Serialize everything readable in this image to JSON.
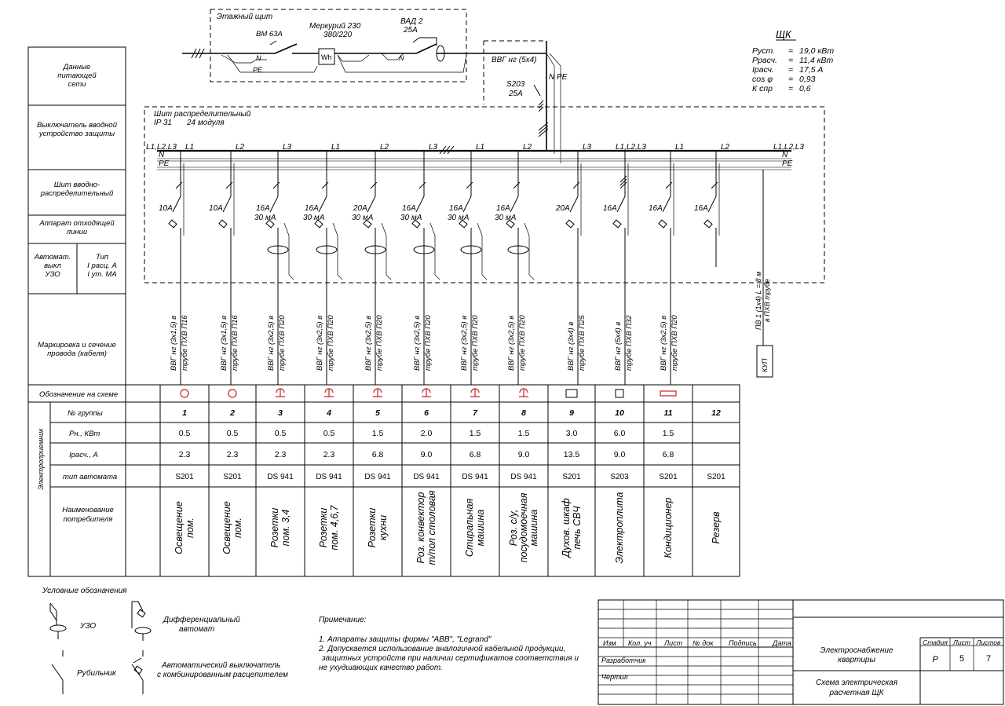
{
  "floor_panel": {
    "title": "Этажный щит",
    "breaker": "ВМ 63А",
    "meter_name": "Меркурий 230",
    "meter_voltage": "380/220",
    "meter_symbol": "Wh",
    "switch_name": "ВАД 2",
    "switch_current": "25А",
    "n_label": "N",
    "pe_label": "PE"
  },
  "feeder": {
    "cable": "ВВГ нг  (5х4)",
    "breaker": "S203",
    "breaker_current": "25А",
    "n_pe": "N  PE"
  },
  "board_summary": {
    "title": "ЩК",
    "rows": [
      {
        "name": "Руст.",
        "eq": "=",
        "value": "19,0 кВт"
      },
      {
        "name": "Ррасч.",
        "eq": "=",
        "value": "11,4  кВт"
      },
      {
        "name": "Iрасч.",
        "eq": "=",
        "value": "17,5  А"
      },
      {
        "name": "cos φ",
        "eq": "=",
        "value": "0,93"
      },
      {
        "name": "К спр",
        "eq": "=",
        "value": "0,6"
      }
    ]
  },
  "dist_board": {
    "title": "Шит распределительный",
    "ip": "IP  31",
    "modules": "24 модуля",
    "bus_left": "L1,L2,L3",
    "bus_right": "L1,L2,L3",
    "n": "N",
    "pe": "PE"
  },
  "left_labels": [
    "Данные питающей сети",
    "Выключатель вводной устройство защиты",
    "Шит вводно-распределительный",
    "Аппарат отходящей линии",
    "Автомат. выкл УЗО",
    "Тип I расц. А I ут. МА",
    "Маркировка и сечение провода (кабеля)"
  ],
  "table_labels": {
    "symbol_row": "Обозначение на схеме",
    "side": "Электроприемник",
    "group_no": "№  группы",
    "power": "Рн., КВт",
    "current": "Iрасч., А",
    "breaker_type": "тип  автомата",
    "consumer": "Наименование потребителя"
  },
  "groups": [
    {
      "phase": "L1",
      "rating": "10А",
      "rcd": "",
      "cable": "ВВГ нг (3х1,5) в",
      "conduit": "трубе ПХВ  П16",
      "symbol": "circle",
      "no": "1",
      "power": "0.5",
      "current": "2.3",
      "type": "S201",
      "consumer1": "Освещение",
      "consumer2": "пом."
    },
    {
      "phase": "L2",
      "rating": "10А",
      "rcd": "",
      "cable": "ВВГ нг (3х1,5) в",
      "conduit": "трубе ПХВ  П16",
      "symbol": "circle",
      "no": "2",
      "power": "0.5",
      "current": "2.3",
      "type": "S201",
      "consumer1": "Освещение",
      "consumer2": "пом."
    },
    {
      "phase": "L3",
      "rating": "16А",
      "rcd": "30 мА",
      "cable": "ВВГ нг (3х2,5) в",
      "conduit": "трубе ПХВ  П20",
      "symbol": "socket",
      "no": "3",
      "power": "0.5",
      "current": "2.3",
      "type": "DS 941",
      "consumer1": "Розетки",
      "consumer2": "пом. 3,4"
    },
    {
      "phase": "L1",
      "rating": "16А",
      "rcd": "30 мА",
      "cable": "ВВГ нг (3х2,5) в",
      "conduit": "трубе ПХВ  П20",
      "symbol": "socket",
      "no": "4",
      "power": "0.5",
      "current": "2.3",
      "type": "DS 941",
      "consumer1": "Розетки",
      "consumer2": "пом. 4,6,7"
    },
    {
      "phase": "L2",
      "rating": "20А",
      "rcd": "30 мА",
      "cable": "ВВГ нг (3х2,5) в",
      "conduit": "трубе ПХВ  П20",
      "symbol": "socket",
      "no": "5",
      "power": "1.5",
      "current": "6.8",
      "type": "DS 941",
      "consumer1": "Розетки",
      "consumer2": "кухни"
    },
    {
      "phase": "L3",
      "rating": "16А",
      "rcd": "30 мА",
      "cable": "ВВГ нг (3х2,5) в",
      "conduit": "трубе ПХВ  П20",
      "symbol": "socket",
      "no": "6",
      "power": "2.0",
      "current": "9.0",
      "type": "DS 941",
      "consumer1": "Роз. конвектор",
      "consumer2": "т/пол столовая"
    },
    {
      "phase": "L1",
      "rating": "16А",
      "rcd": "30 мА",
      "cable": "ВВГ нг (3х2,5) в",
      "conduit": "трубе ПХВ  П20",
      "symbol": "socket",
      "no": "7",
      "power": "1.5",
      "current": "6.8",
      "type": "DS 941",
      "consumer1": "Стиральная",
      "consumer2": "машина"
    },
    {
      "phase": "L2",
      "rating": "16А",
      "rcd": "30 мА",
      "cable": "ВВГ нг (3х2,5) в",
      "conduit": "трубе ПХВ  П20",
      "symbol": "socket",
      "no": "8",
      "power": "1.5",
      "current": "9.0",
      "type": "DS 941",
      "consumer1": "Роз. с/у,",
      "consumer2": "посудомоечная",
      "consumer3": "машина"
    },
    {
      "phase": "L3",
      "rating": "20А",
      "rcd": "",
      "cable": "ВВГ нг (3х4) в",
      "conduit": "трубе ПХВ  П25",
      "symbol": "rect",
      "no": "9",
      "power": "3.0",
      "current": "13.5",
      "type": "S201",
      "consumer1": "Духов. шкаф",
      "consumer2": "печь СВЧ"
    },
    {
      "phase": "L1,L2,L3",
      "rating": "16А",
      "rcd": "",
      "cable": "ВВГ нг (5х4) в",
      "conduit": "трубе ПХВ  П32",
      "symbol": "square",
      "no": "10",
      "power": "6.0",
      "current": "9.0",
      "type": "S203",
      "consumer1": "Электроплита",
      "consumer2": ""
    },
    {
      "phase": "L1",
      "rating": "16А",
      "rcd": "",
      "cable": "ВВГ нг (3х2,5) в",
      "conduit": "трубе ПХВ  П20",
      "symbol": "wide",
      "no": "11",
      "power": "1.5",
      "current": "6.8",
      "type": "S201",
      "consumer1": "Кондиционер",
      "consumer2": ""
    },
    {
      "phase": "L2",
      "rating": "16А",
      "rcd": "",
      "cable": "",
      "conduit": "",
      "symbol": "",
      "no": "12",
      "power": "",
      "current": "",
      "type": "S201",
      "consumer1": "Резерв",
      "consumer2": ""
    }
  ],
  "ground": {
    "cable": "ПВ 1  (1х4)   L = 8 м",
    "conduit": "в ПХВ  трубе",
    "box": "КУП"
  },
  "legend": {
    "title": "Условные обозначения",
    "rcd": "УЗО",
    "diff1": "Дифференциальный",
    "diff2": "автомат",
    "switch": "Рубильник",
    "auto1": "Автоматический выключатель",
    "auto2": "с комбинированным расцепителем"
  },
  "notes": {
    "title": "Примечание:",
    "lines": [
      "1. Аппараты защиты фирмы \"ABB\", \"Legrand\"",
      "2. Допускается использование аналогичной кабельной продукции,",
      "защитных устройств при наличии сертификатов соответствия   и",
      "не  ухудшающих качество работ."
    ]
  },
  "stamp": {
    "cols": [
      "Изм",
      "Кол. уч",
      "Лист",
      "№ док",
      "Подпись",
      "Дата"
    ],
    "developer": "Разработчик",
    "drawn": "Чертил",
    "project": [
      "Электроснабжение",
      "квартиры"
    ],
    "sheet_title": [
      "Схема электрическая",
      "расчетная  ЩК"
    ],
    "stage_label": "Стадия",
    "sheet_label": "Лист",
    "sheets_label": "Листов",
    "stage": "Р",
    "sheet": "5",
    "sheets": "7"
  }
}
